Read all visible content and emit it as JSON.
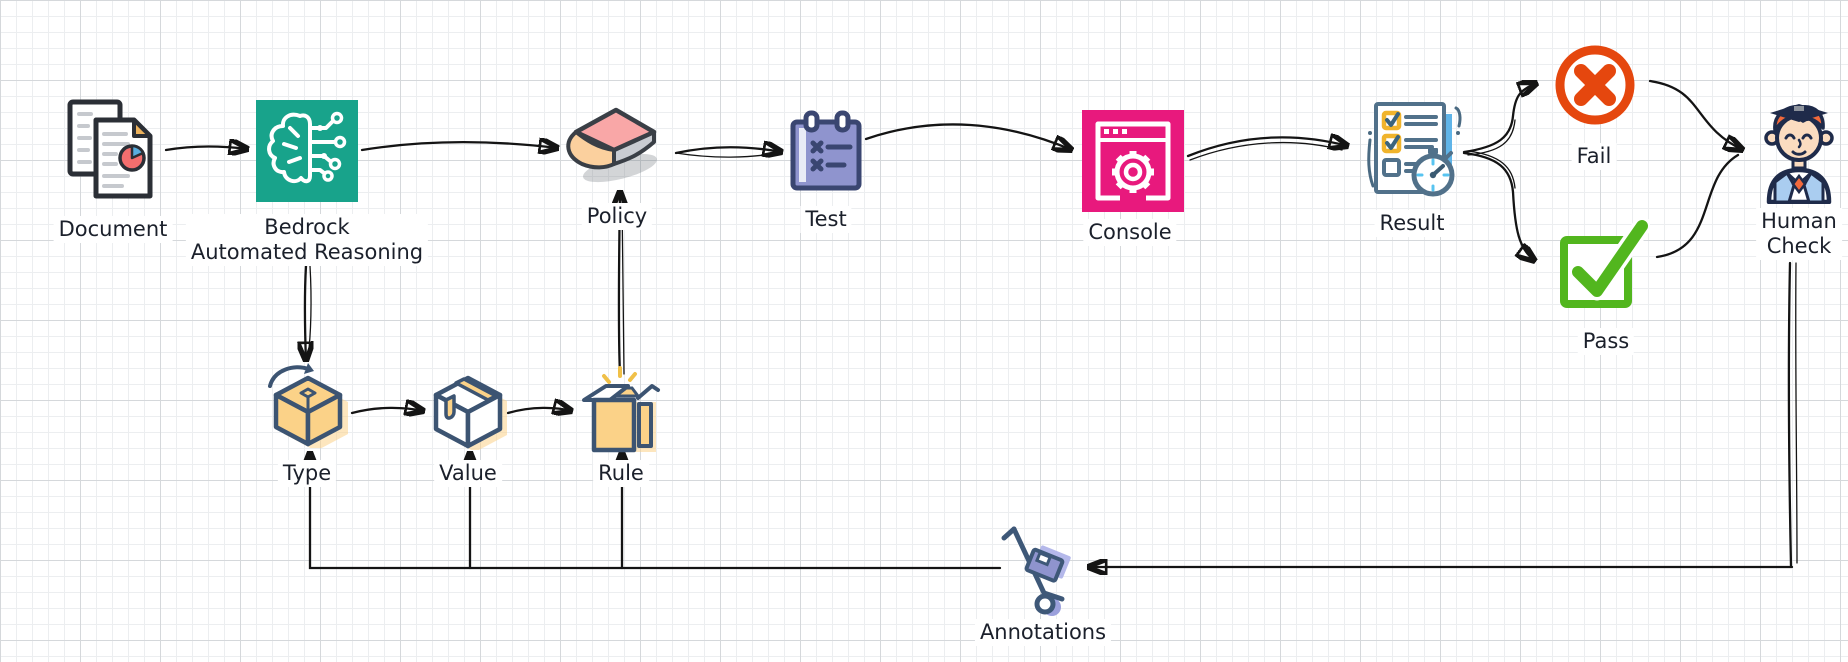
{
  "diagram": {
    "nodes": {
      "document": {
        "label": "Document",
        "icon": "documents-with-pie-chart-icon"
      },
      "bedrock": {
        "label_line1": "Bedrock",
        "label_line2": "Automated Reasoning",
        "icon": "brain-circuit-icon"
      },
      "policy": {
        "label": "Policy",
        "icon": "book-icon"
      },
      "test": {
        "label": "Test",
        "icon": "notepad-checklist-icon"
      },
      "console": {
        "label": "Console",
        "icon": "browser-gear-icon"
      },
      "result": {
        "label": "Result",
        "icon": "checklist-stopwatch-icon"
      },
      "fail": {
        "label": "Fail",
        "icon": "circle-x-icon"
      },
      "pass": {
        "label": "Pass",
        "icon": "checkbox-check-icon"
      },
      "human_check": {
        "label_line1": "Human",
        "label_line2": "Check",
        "icon": "person-icon"
      },
      "type": {
        "label": "Type",
        "icon": "rotating-box-icon"
      },
      "value": {
        "label": "Value",
        "icon": "closed-box-icon"
      },
      "rule": {
        "label": "Rule",
        "icon": "open-box-icon"
      },
      "annotations": {
        "label": "Annotations",
        "icon": "hand-truck-icon"
      }
    },
    "edges": [
      {
        "from": "Document",
        "to": "Bedrock Automated Reasoning"
      },
      {
        "from": "Bedrock Automated Reasoning",
        "to": "Policy"
      },
      {
        "from": "Bedrock Automated Reasoning",
        "to": "Type"
      },
      {
        "from": "Type",
        "to": "Value"
      },
      {
        "from": "Value",
        "to": "Rule"
      },
      {
        "from": "Rule",
        "to": "Policy"
      },
      {
        "from": "Policy",
        "to": "Test"
      },
      {
        "from": "Test",
        "to": "Console"
      },
      {
        "from": "Console",
        "to": "Result"
      },
      {
        "from": "Result",
        "to": "Fail"
      },
      {
        "from": "Result",
        "to": "Pass"
      },
      {
        "from": "Fail",
        "to": "Human Check"
      },
      {
        "from": "Pass",
        "to": "Human Check"
      },
      {
        "from": "Human Check",
        "to": "Annotations"
      },
      {
        "from": "Annotations",
        "to": "Type"
      },
      {
        "from": "Annotations",
        "to": "Value"
      },
      {
        "from": "Annotations",
        "to": "Rule"
      }
    ],
    "colors": {
      "bedrock_teal": "#18A38B",
      "console_pink": "#E8197D",
      "test_purple": "#8F94CE",
      "policy_cover_pink": "#F9A7A7",
      "policy_spine_orange": "#FBD09E",
      "fail_red": "#E5470E",
      "pass_green": "#52B61E",
      "box_yellow": "#FBD288",
      "outline_navy": "#3C5472",
      "result_steel_blue": "#51718A",
      "arrow_black": "#141414"
    }
  }
}
